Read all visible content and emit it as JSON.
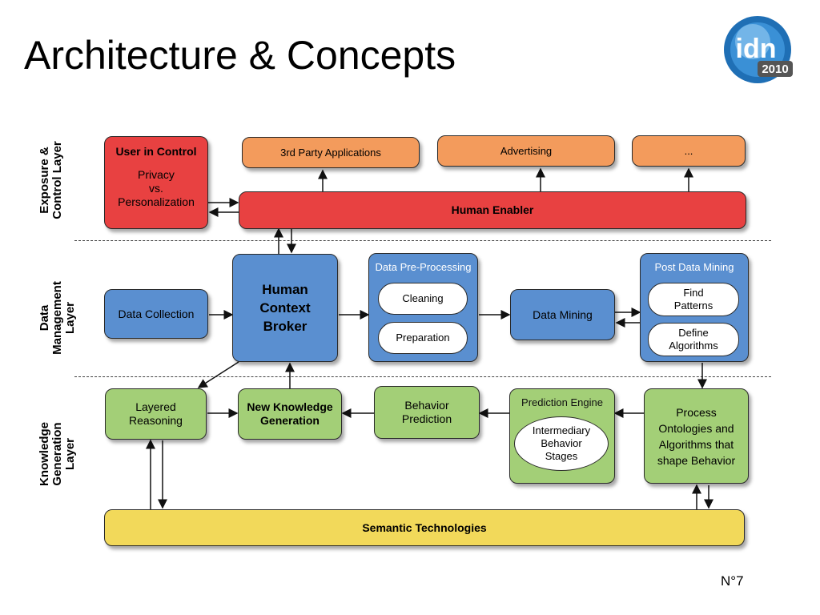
{
  "slide": {
    "title": "Architecture & Concepts",
    "page_number": "N°7",
    "logo": {
      "text": "idn",
      "year": "2010"
    }
  },
  "layers": {
    "exposure": "Exposure & Control Layer",
    "data": "Data Management Layer",
    "knowledge": "Knowledge Generation Layer"
  },
  "boxes": {
    "user_in_control": {
      "title": "User in Control",
      "body": "Privacy\nvs.\nPersonalization"
    },
    "third_party": "3rd Party Applications",
    "advertising": "Advertising",
    "ellipsis": "...",
    "human_enabler": "Human Enabler",
    "data_collection": "Data Collection",
    "human_context_broker": "Human\nContext\nBroker",
    "data_preprocessing": {
      "title": "Data Pre-Processing",
      "cleaning": "Cleaning",
      "preparation": "Preparation"
    },
    "data_mining": "Data Mining",
    "post_data_mining": {
      "title": "Post Data Mining",
      "find_patterns": "Find\nPatterns",
      "define_algorithms": "Define\nAlgorithms"
    },
    "layered_reasoning": "Layered\nReasoning",
    "new_knowledge": "New Knowledge\nGeneration",
    "behavior_prediction": "Behavior\nPrediction",
    "prediction_engine": {
      "title": "Prediction Engine",
      "stages": "Intermediary\nBehavior\nStages"
    },
    "process_ontologies": "Process\nOntologies and\nAlgorithms that\nshape Behavior",
    "semantic": "Semantic Technologies"
  },
  "colors": {
    "red": "#e84141",
    "orange": "#f39b5c",
    "blue": "#5a8fd0",
    "green": "#a3cf77",
    "yellow": "#f2d95a"
  }
}
